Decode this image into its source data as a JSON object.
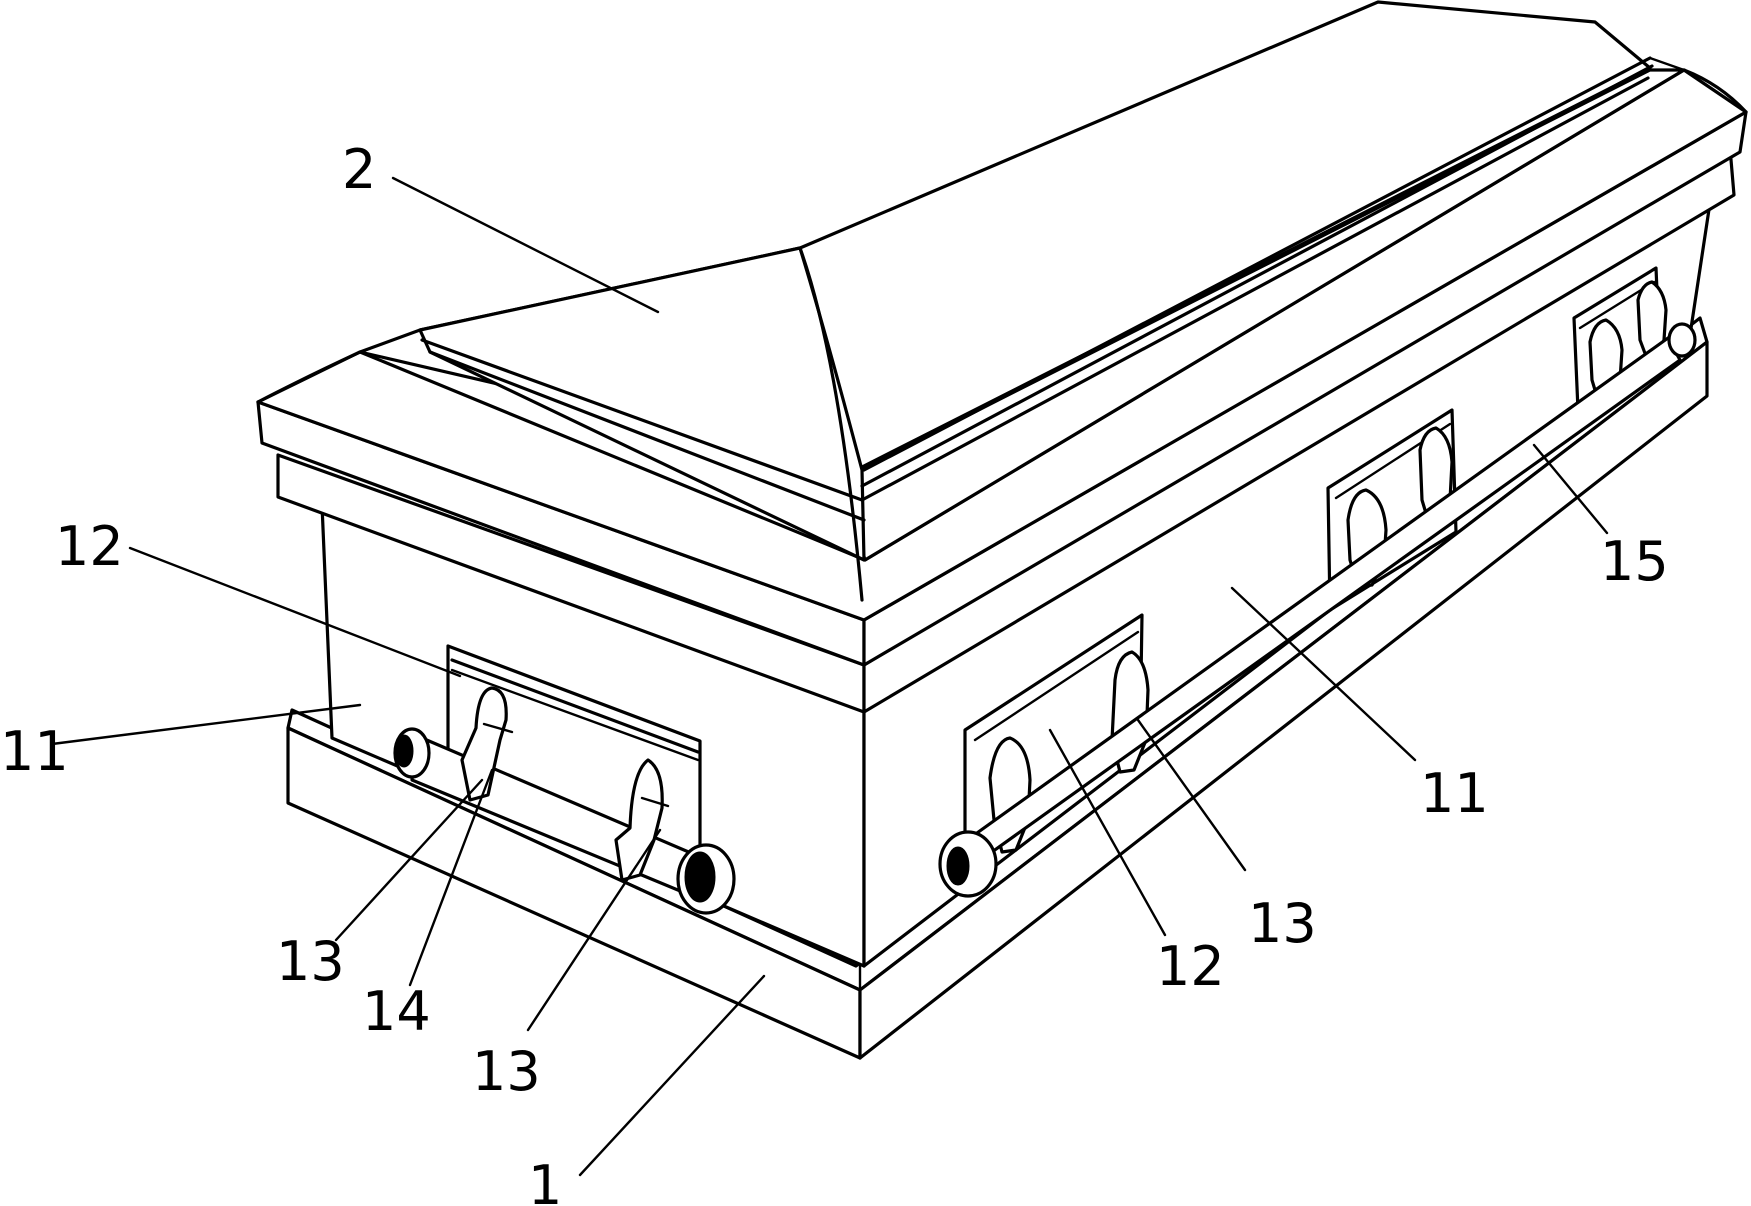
{
  "labels": {
    "l2": "2",
    "l12_top": "12",
    "l11_left": "11",
    "l13_a": "13",
    "l14": "14",
    "l13_b": "13",
    "l1": "1",
    "l12_mid": "12",
    "l13_c": "13",
    "l11_right": "11",
    "l15": "15"
  },
  "colors": {
    "line": "#000000",
    "background": "#ffffff"
  }
}
